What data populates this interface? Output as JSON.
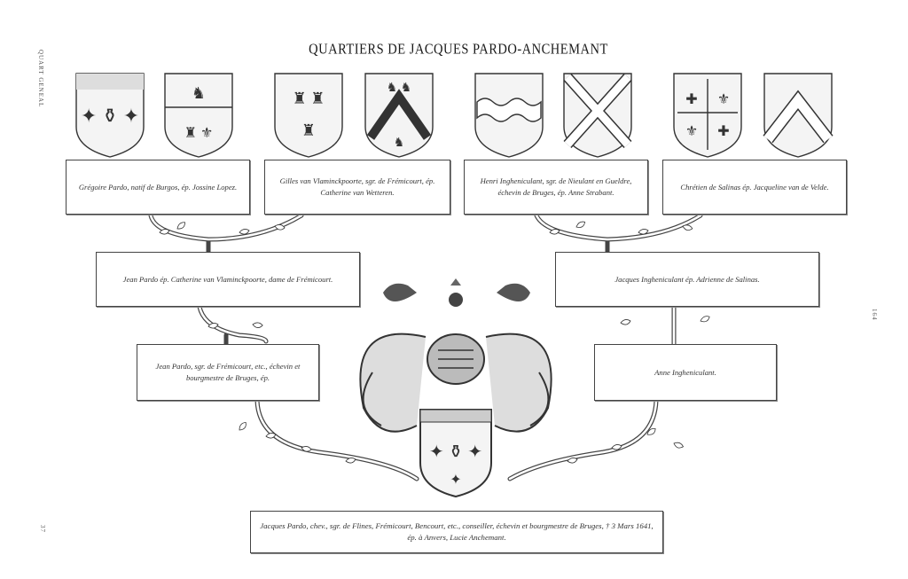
{
  "title": "QUARTIERS DE JACQUES PARDO-ANCHEMANT",
  "margin_left_note": "QUART GENEAL",
  "margin_left_number": "37",
  "margin_right_number": "164",
  "generation1": [
    "Grégoire Pardo, natif de Burgos, ép. Jossine Lopez.",
    "Gilles van Vlaminckpoorte, sgr. de Frémicourt, ép. Catherine van Wetteren.",
    "Henri Ingheniculant, sgr. de Nieulant en Gueldre, échevin de Bruges, ép. Anne Strabant.",
    "Chrétien de Salinas ép. Jacqueline van de Velde."
  ],
  "generation2": [
    "Jean Pardo ép. Catherine van Vlaminckpoorte, dame de Frémicourt.",
    "Jacques Ingheniculant ép. Adrienne de Salinas."
  ],
  "generation3": [
    "Jean Pardo, sgr. de Frémicourt, etc., échevin et bourgmestre de Bruges, ép.",
    "Anne Ingheniculant."
  ],
  "subject": "Jacques Pardo, chev., sgr. de Flines, Frémicourt, Bencourt, etc., conseiller, échevin et bourgmestre de Bruges, † 3 Mars 1641, ép. à Anvers, Lucie Anchemant.",
  "shields": [
    "pardo-arms-icon",
    "lions-tower-arms-icon",
    "vlaminckpoorte-towers-arms-icon",
    "chevron-animals-arms-icon",
    "wavy-fess-arms-icon",
    "saltire-arms-icon",
    "quartered-cross-fleur-de-lis-arms-icon",
    "plain-chevron-arms-icon"
  ],
  "colors": {
    "ink": "#333333",
    "shield_fill": "#f4f4f4",
    "paper": "#ffffff"
  }
}
